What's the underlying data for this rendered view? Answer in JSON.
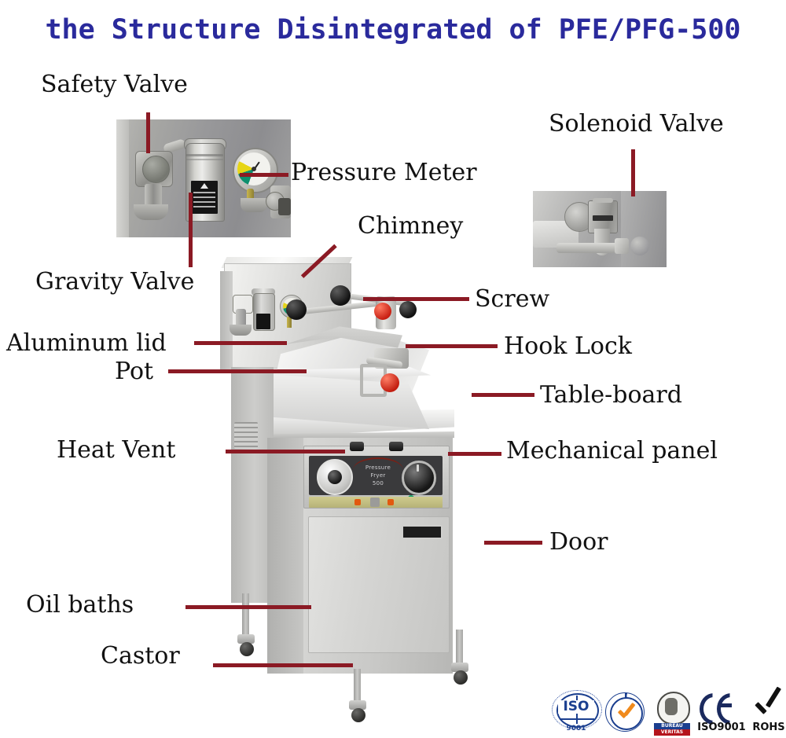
{
  "page": {
    "title": "the Structure Disintegrated of PFE/PFG-500",
    "background_color": "#ffffff",
    "title_color": "#2a2a9c",
    "leader_color": "#8b1a24"
  },
  "labels": [
    {
      "id": "safety-valve",
      "text": "Safety Valve"
    },
    {
      "id": "pressure-meter",
      "text": "Pressure Meter"
    },
    {
      "id": "solenoid-valve",
      "text": "Solenoid Valve"
    },
    {
      "id": "gravity-valve",
      "text": "Gravity Valve"
    },
    {
      "id": "chimney",
      "text": "Chimney"
    },
    {
      "id": "screw",
      "text": "Screw"
    },
    {
      "id": "aluminum-lid",
      "text": "Aluminum lid"
    },
    {
      "id": "hook-lock",
      "text": "Hook Lock"
    },
    {
      "id": "pot",
      "text": "Pot"
    },
    {
      "id": "table-board",
      "text": "Table-board"
    },
    {
      "id": "heat-vent",
      "text": "Heat Vent"
    },
    {
      "id": "mechanical-panel",
      "text": "Mechanical panel"
    },
    {
      "id": "door",
      "text": "Door"
    },
    {
      "id": "oil-baths",
      "text": "Oil baths"
    },
    {
      "id": "castor",
      "text": "Castor"
    }
  ],
  "machine": {
    "panel_text_line1": "Pressure",
    "panel_text_line2": "Fryer",
    "panel_text_line3": "500"
  },
  "certifications": [
    {
      "id": "iso-9001-globe",
      "mark": "ISO",
      "sub": "9001"
    },
    {
      "id": "quality-seal",
      "mark": ""
    },
    {
      "id": "bureau-veritas",
      "line1": "BUREAU",
      "line2": "VERITAS"
    },
    {
      "id": "ce-mark",
      "label": "ISO9001"
    },
    {
      "id": "rohs-mark",
      "label": "ROHS"
    }
  ]
}
